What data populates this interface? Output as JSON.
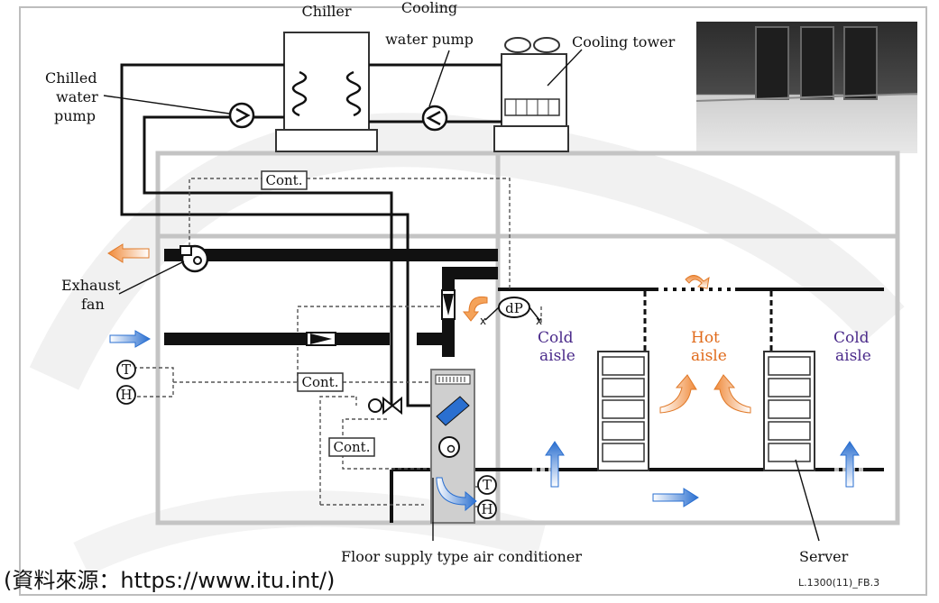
{
  "labels": {
    "chiller": "Chiller",
    "cooling_water_pump": [
      "Cooling",
      "water pump"
    ],
    "cooling_tower": "Cooling tower",
    "chilled_water_pump": [
      "Chilled",
      "water",
      "pump"
    ],
    "exhaust_fan": [
      "Exhaust",
      "fan"
    ],
    "cont_top": "Cont.",
    "cont_mid": "Cont.",
    "cont_low": "Cont.",
    "dp": "dP",
    "t_left": "T",
    "h_left": "H",
    "t_unit": "T",
    "h_unit": "H",
    "cold_aisle_left": [
      "Cold",
      "aisle"
    ],
    "hot_aisle": [
      "Hot",
      "aisle"
    ],
    "cold_aisle_right": [
      "Cold",
      "aisle"
    ],
    "floor_supply": "Floor supply type air conditioner",
    "server": "Server",
    "figure_code": "L.1300(11)_FB.3"
  },
  "caption": "(資料來源：https://www.itu.int/)",
  "colors": {
    "frame": "#c8c8c8",
    "duct": "#111111",
    "exhaust_arrow": "#f08a3a",
    "cold_arrow": "#3a7fd6",
    "hot_aisle": "#e06a1a",
    "cold_aisle": "#4a2a8a"
  }
}
